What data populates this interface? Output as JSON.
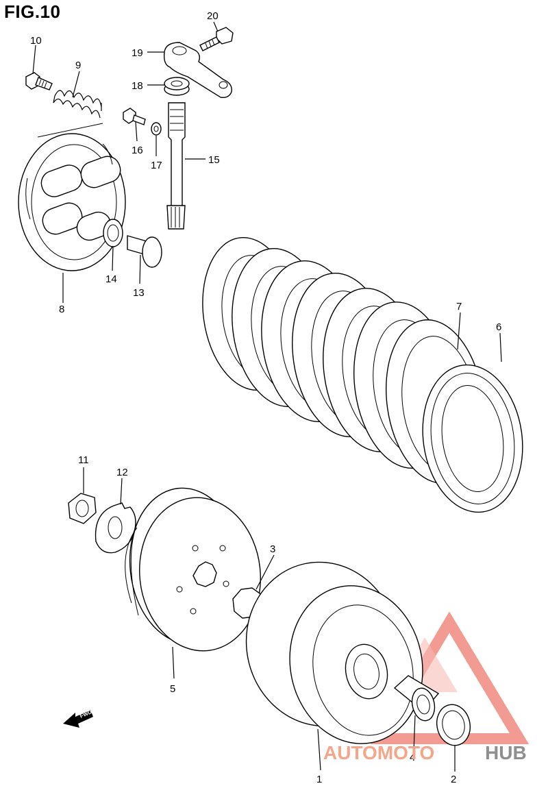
{
  "figure": {
    "title": "FIG.10"
  },
  "callouts": {
    "c1": "1",
    "c2": "2",
    "c3": "3",
    "c4": "4",
    "c5": "5",
    "c6": "6",
    "c7": "7",
    "c8": "8",
    "c9": "9",
    "c10": "10",
    "c11": "11",
    "c12": "12",
    "c13": "13",
    "c14": "14",
    "c15": "15",
    "c16": "16",
    "c17": "17",
    "c18": "18",
    "c19": "19",
    "c20": "20"
  },
  "fwd_arrow": {
    "label": "FWD"
  },
  "watermark": {
    "text_left": "AUTOMOTO",
    "text_right": "HUB",
    "color_left": "#f4a58a",
    "color_right": "#8f8f8f",
    "logo_color": "#f08a80"
  }
}
